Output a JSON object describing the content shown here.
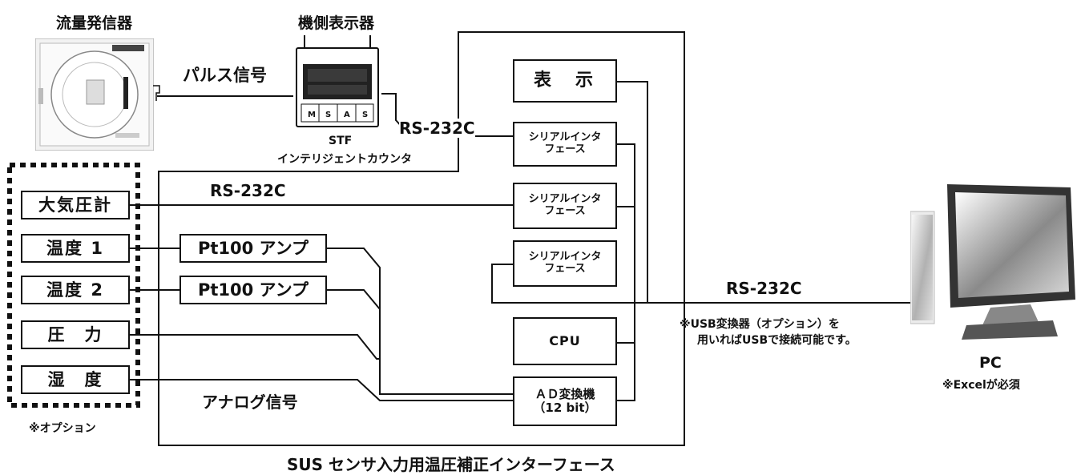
{
  "top_labels": {
    "flow_transmitter": "流量発信器",
    "side_display": "機側表示器"
  },
  "labels": {
    "pulse_signal": "パルス信号",
    "rs232c_counter": "RS-232C",
    "rs232c_barometer": "RS-232C",
    "rs232c_pc": "RS-232C",
    "analog_signal": "アナログ信号",
    "counter_model": "STF",
    "counter_name": "インテリジェントカウンタ",
    "option_note": "※オプション",
    "usb_note_line1": "※USB変換器（オプション）を",
    "usb_note_line2": "用いればUSBで接続可能です。",
    "pc": "PC",
    "pc_note": "※Excelが必須",
    "interface_title": "SUS センサ入力用温圧補正インターフェース"
  },
  "sensors": {
    "barometer": "大気圧計",
    "temp1": "温度 1",
    "temp2": "温度 2",
    "pressure": "圧　力",
    "humidity": "湿　度"
  },
  "amps": {
    "amp1": "Pt100 アンプ",
    "amp2": "Pt100 アンプ"
  },
  "interface": {
    "display": "表　示",
    "serial1_line1": "シリアルインタ",
    "serial1_line2": "フェース",
    "serial2_line1": "シリアルインタ",
    "serial2_line2": "フェース",
    "serial3_line1": "シリアルインタ",
    "serial3_line2": "フェース",
    "cpu": "CPU",
    "ad_line1": "ＡＤ変換機",
    "ad_line2": "（12 bit）"
  },
  "counter_device": {
    "key1": "M",
    "key2": "S",
    "key3": "A",
    "key4": "S"
  }
}
